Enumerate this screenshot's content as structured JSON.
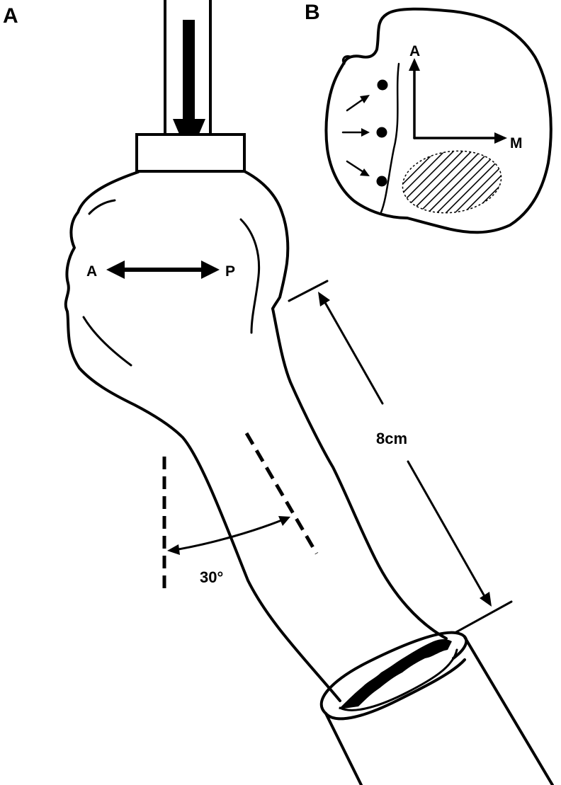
{
  "panels": {
    "a_label": "A",
    "b_label": "B"
  },
  "panel_a": {
    "anterior_label": "A",
    "posterior_label": "P",
    "length_label": "8cm",
    "angle_label": "30°"
  },
  "panel_b": {
    "anterior_label": "A",
    "medial_label": "M"
  },
  "colors": {
    "ink": "#000000",
    "background": "#ffffff"
  }
}
